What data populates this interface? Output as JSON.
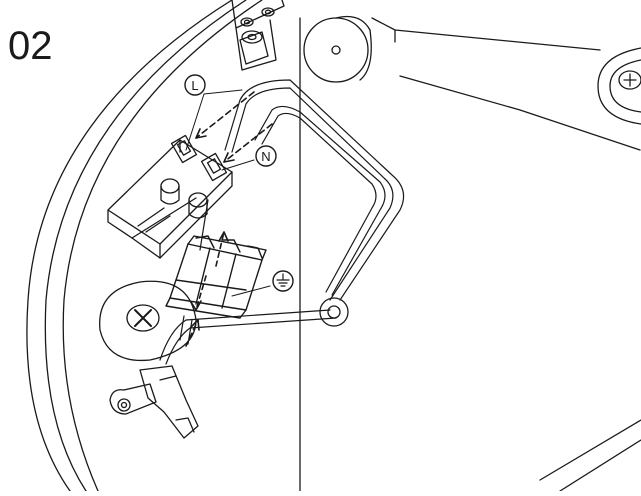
{
  "step": {
    "number": "02"
  },
  "labels": {
    "live": "L",
    "neutral": "N",
    "earth_symbol": "earth-ground-symbol"
  },
  "icons": [
    "screw-icon",
    "earth-ground-symbol"
  ],
  "colors": {
    "line": "#1a1a1a",
    "background": "#ffffff"
  }
}
